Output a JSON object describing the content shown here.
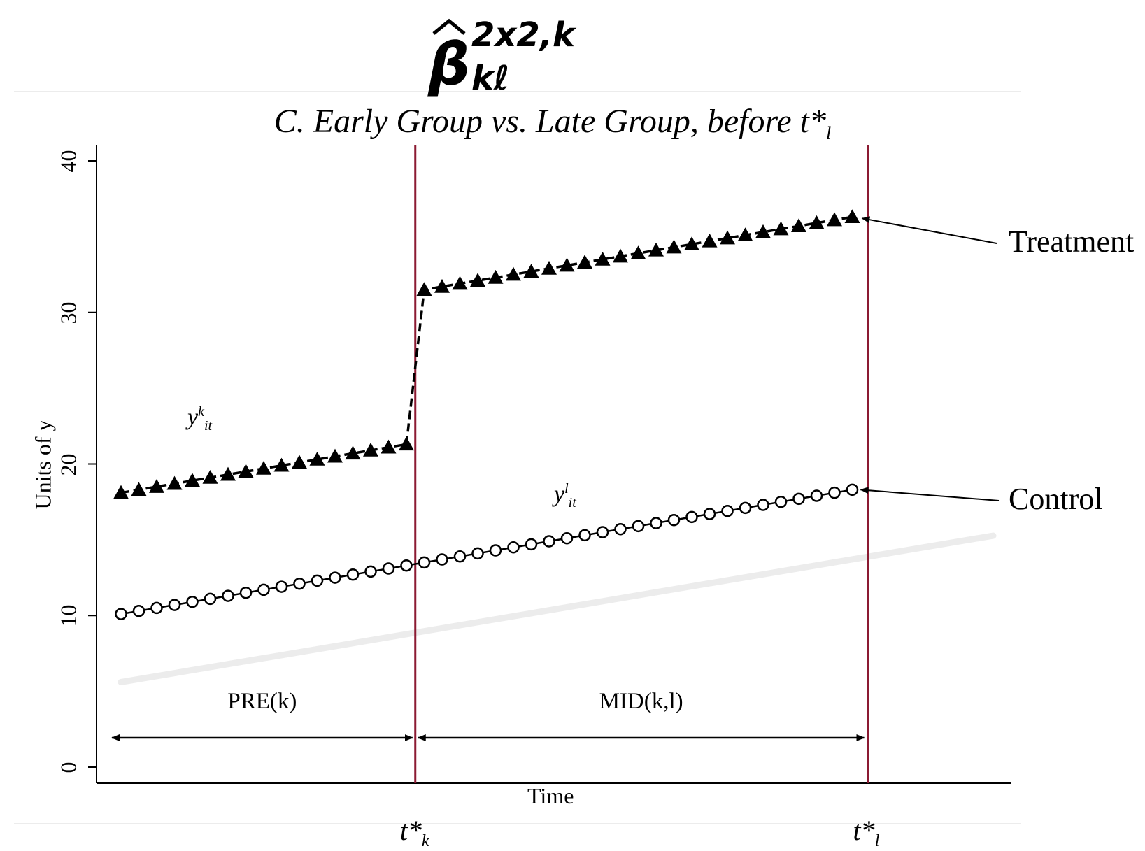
{
  "chart_data": {
    "type": "line",
    "title": {
      "symbol": "β",
      "superscript": "2x2,k",
      "subscript": "kℓ"
    },
    "subtitle": {
      "main": "C. Early Group vs. Late Group, before t*",
      "subscript": "l"
    },
    "xlabel": "Time",
    "ylabel": "Units of y",
    "ylim": [
      0,
      40
    ],
    "yticks": [
      "0",
      "10",
      "20",
      "30",
      "40"
    ],
    "grid": false,
    "series": [
      {
        "name": "Treatment",
        "marker": "triangle",
        "line": "dashed",
        "x": [
          1,
          2,
          3,
          4,
          5,
          6,
          7,
          8,
          9,
          10,
          11,
          12,
          13,
          14,
          15,
          16,
          17,
          18,
          19,
          20,
          21,
          22,
          23,
          24,
          25,
          26,
          27,
          28,
          29,
          30,
          31,
          32,
          33,
          34,
          35,
          36,
          37,
          38,
          39,
          40,
          41,
          42
        ],
        "values": [
          18.1,
          18.3,
          18.5,
          18.7,
          18.9,
          19.1,
          19.3,
          19.5,
          19.7,
          19.9,
          20.1,
          20.3,
          20.5,
          20.7,
          20.9,
          21.1,
          21.3,
          31.5,
          31.7,
          31.9,
          32.1,
          32.3,
          32.5,
          32.7,
          32.9,
          33.1,
          33.3,
          33.5,
          33.7,
          33.9,
          34.1,
          34.3,
          34.5,
          34.7,
          34.9,
          35.1,
          35.3,
          35.5,
          35.7,
          35.9,
          36.1,
          36.3
        ]
      },
      {
        "name": "Control",
        "marker": "circle",
        "line": "solid",
        "x": [
          1,
          2,
          3,
          4,
          5,
          6,
          7,
          8,
          9,
          10,
          11,
          12,
          13,
          14,
          15,
          16,
          17,
          18,
          19,
          20,
          21,
          22,
          23,
          24,
          25,
          26,
          27,
          28,
          29,
          30,
          31,
          32,
          33,
          34,
          35,
          36,
          37,
          38,
          39,
          40,
          41,
          42
        ],
        "values": [
          10.1,
          10.3,
          10.5,
          10.7,
          10.9,
          11.1,
          11.3,
          11.5,
          11.7,
          11.9,
          12.1,
          12.3,
          12.5,
          12.7,
          12.9,
          13.1,
          13.3,
          13.5,
          13.7,
          13.9,
          14.1,
          14.3,
          14.5,
          14.7,
          14.9,
          15.1,
          15.3,
          15.5,
          15.7,
          15.9,
          16.1,
          16.3,
          16.5,
          16.7,
          16.9,
          17.1,
          17.3,
          17.5,
          17.7,
          17.9,
          18.1,
          18.3
        ]
      },
      {
        "marker": "none",
        "line": "solid",
        "x": [
          1,
          50
        ],
        "values": [
          5.1,
          14.9
        ]
      }
    ],
    "events": [
      {
        "label": "t*",
        "subscript": "k",
        "x": 17.5
      },
      {
        "label": "t*",
        "subscript": "l",
        "x": 42.9
      }
    ],
    "periods": [
      {
        "label": "PRE(k)",
        "from": 0.5,
        "to": 17.5
      },
      {
        "label": "MID(k,l)",
        "from": 17.5,
        "to": 42.9
      }
    ],
    "annotations": [
      {
        "text": "y",
        "sup": "k",
        "sub": "it"
      },
      {
        "text": "y",
        "sup": "l",
        "sub": "it"
      }
    ],
    "colors": {
      "series": "#000000",
      "event_line": "#8b1a32",
      "trend": "#ececec",
      "rule": "#e6e6e6"
    }
  }
}
